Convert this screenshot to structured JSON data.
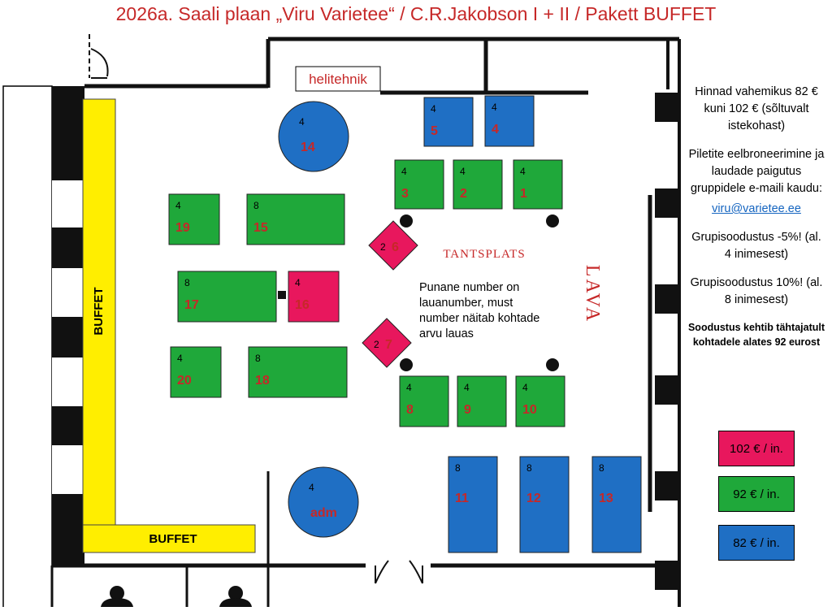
{
  "title": "2026a. Saali plaan „Viru Varietee“ / C.R.Jakobson I + II / Pakett BUFFET",
  "labels": {
    "helitehnik": "helitehnik",
    "tantsplats": "TANTSPLATS",
    "lava": "LAVA",
    "buffet": "BUFFET",
    "note": "Punane number on lauanumber, must number näitab kohtade arvu lauas"
  },
  "sidebar": {
    "price_range": "Hinnad vahemikus 82 € kuni 102 € (sõltuvalt istekohast)",
    "booking": "Piletite eelbroneerimine ja laudade paigutus gruppidele e-maili kaudu:",
    "email": "viru@varietee.ee",
    "discount_5": "Grupisoodustus -5%! (al. 4 inimesest)",
    "discount_10": "Grupisoodustus 10%! (al. 8 inimesest)",
    "discount_note": "Soodustus kehtib tähtajatult kohtadele alates 92 eurost"
  },
  "prices": [
    {
      "label": "102 € / in.",
      "color": "#e8175d"
    },
    {
      "label": "92 € / in.",
      "color": "#1fa83a"
    },
    {
      "label": "82 € / in.",
      "color": "#1f6fc4"
    }
  ],
  "colors": {
    "pink": "#e8175d",
    "green": "#1fa83a",
    "blue": "#1f6fc4",
    "yellow": "#ffee00",
    "red_text": "#c62828"
  },
  "tables": [
    {
      "id": "1",
      "seats": "4",
      "tier": "green",
      "shape": "rect"
    },
    {
      "id": "2",
      "seats": "4",
      "tier": "green",
      "shape": "rect"
    },
    {
      "id": "3",
      "seats": "4",
      "tier": "green",
      "shape": "rect"
    },
    {
      "id": "4",
      "seats": "4",
      "tier": "blue",
      "shape": "rect"
    },
    {
      "id": "5",
      "seats": "4",
      "tier": "blue",
      "shape": "rect"
    },
    {
      "id": "6",
      "seats": "2",
      "tier": "pink",
      "shape": "diamond"
    },
    {
      "id": "7",
      "seats": "2",
      "tier": "pink",
      "shape": "diamond"
    },
    {
      "id": "8",
      "seats": "4",
      "tier": "green",
      "shape": "rect"
    },
    {
      "id": "9",
      "seats": "4",
      "tier": "green",
      "shape": "rect"
    },
    {
      "id": "10",
      "seats": "4",
      "tier": "green",
      "shape": "rect"
    },
    {
      "id": "11",
      "seats": "8",
      "tier": "blue",
      "shape": "rect"
    },
    {
      "id": "12",
      "seats": "8",
      "tier": "blue",
      "shape": "rect"
    },
    {
      "id": "13",
      "seats": "8",
      "tier": "blue",
      "shape": "rect"
    },
    {
      "id": "14",
      "seats": "4",
      "tier": "blue",
      "shape": "circle"
    },
    {
      "id": "15",
      "seats": "8",
      "tier": "green",
      "shape": "rect"
    },
    {
      "id": "16",
      "seats": "4",
      "tier": "pink",
      "shape": "rect"
    },
    {
      "id": "17",
      "seats": "8",
      "tier": "green",
      "shape": "rect"
    },
    {
      "id": "18",
      "seats": "8",
      "tier": "green",
      "shape": "rect"
    },
    {
      "id": "19",
      "seats": "4",
      "tier": "green",
      "shape": "rect"
    },
    {
      "id": "20",
      "seats": "4",
      "tier": "green",
      "shape": "rect"
    },
    {
      "id": "adm",
      "seats": "4",
      "tier": "blue",
      "shape": "circle"
    }
  ]
}
